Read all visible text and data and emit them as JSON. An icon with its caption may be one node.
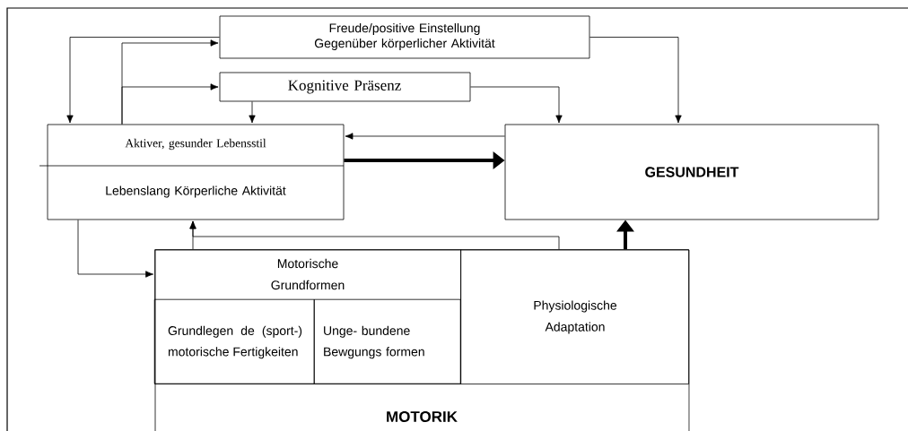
{
  "diagram": {
    "nodes": [
      {
        "text": [
          "Freude/positive Einstellung Gegenüber körperlicher Aktivität"
        ]
      },
      {
        "text": [
          "Kognitive Präsenz"
        ]
      },
      {
        "text": [
          "Aktiver, gesunder Lebensstil",
          "Lebenslang Körperliche Aktivität"
        ]
      },
      {
        "text": [
          "GESUNDHEIT"
        ]
      },
      {
        "text": [
          "MOTORIK"
        ]
      },
      {
        "text": [
          "Motorische Grundformen"
        ],
        "in": 4
      },
      {
        "text": [
          "Grundlegen de (sport-) motorische Fertigkeiten"
        ],
        "in": 5
      },
      {
        "text": [
          "Unge- bundene Bewgungs formen"
        ],
        "in": 5
      },
      {
        "text": [
          "Physiologische Adaptation"
        ],
        "in": 4
      }
    ],
    "edges": [
      {
        "from": 0,
        "to": 2,
        "arrow": "to"
      },
      {
        "from": 2,
        "to": 0,
        "arrow": "to"
      },
      {
        "from": 2,
        "to": 1,
        "arrow": "to"
      },
      {
        "from": 1,
        "to": 2,
        "arrow": "to"
      },
      {
        "from": 1,
        "to": 3,
        "arrow": "to"
      },
      {
        "from": 0,
        "to": 3,
        "arrow": "to"
      },
      {
        "from": 3,
        "to": 2,
        "arrow": "to"
      },
      {
        "from": 2,
        "to": 3,
        "arrow": "to",
        "style": "thick"
      },
      {
        "from": 2,
        "to": 5,
        "arrow": "to"
      },
      {
        "from": 5,
        "to": 2,
        "arrow": "to"
      },
      {
        "from": 8,
        "to": 2,
        "arrow": "to"
      },
      {
        "from": 8,
        "to": 3,
        "arrow": "to",
        "style": "thick"
      }
    ]
  }
}
